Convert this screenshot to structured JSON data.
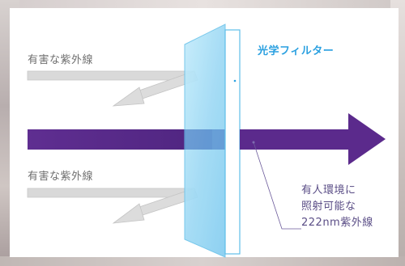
{
  "labels": {
    "harmful_uv_top": "有害な紫外線",
    "harmful_uv_bottom": "有害な紫外線",
    "optical_filter": "光学フィルター",
    "safe_uv_line1": "有人環境に",
    "safe_uv_line2": "照射可能な",
    "safe_uv_line3": "222nm紫外線"
  },
  "colors": {
    "harmful_arrow": "#d9d9d9",
    "harmful_arrow_edge": "#c4c4c4",
    "filter_glass": "#9fdaf5",
    "filter_panel": "#ffffff",
    "filter_edge": "#6cc3ea",
    "uv_beam": "#5b2a8c",
    "filter_text": "#2aa0e0",
    "safe_text": "#5a4d86",
    "harm_text": "#6f6f6f"
  },
  "icons": {
    "harmful_arrow_top": "reflected-arrow-icon",
    "harmful_arrow_bottom": "reflected-arrow-icon",
    "uv_beam": "right-arrow-icon"
  }
}
